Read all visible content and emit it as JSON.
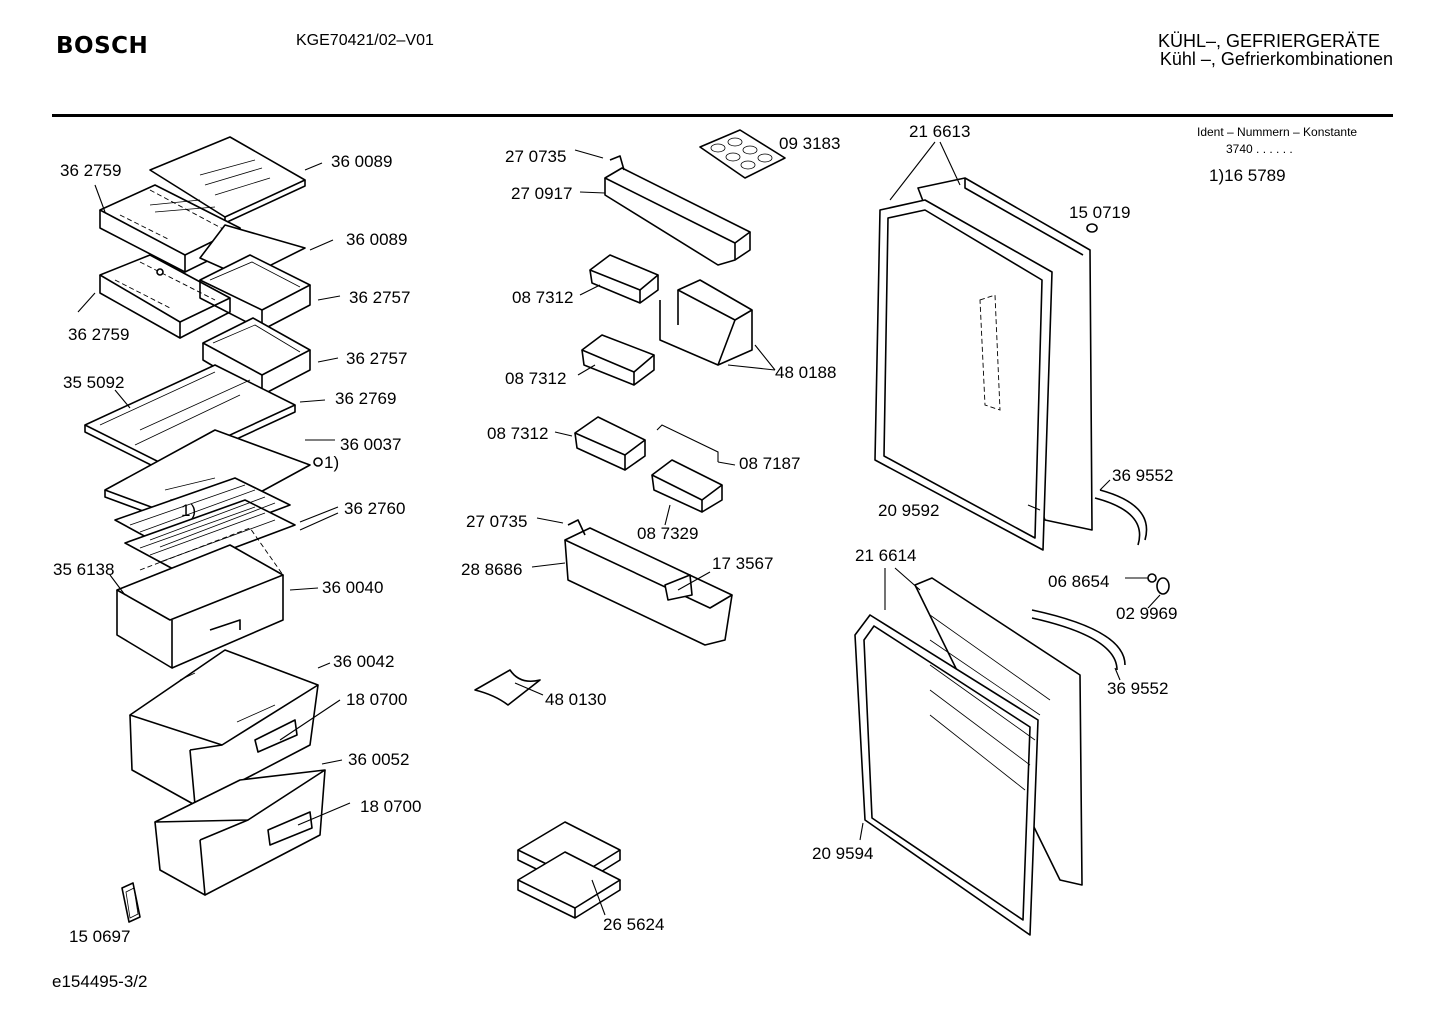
{
  "header": {
    "brand": "BOSCH",
    "model": "KGE70421/02–V01",
    "category_de": "KÜHL–, GEFRIERGERÄTE",
    "category_sub": "Kühl –, Gefrierkombinationen"
  },
  "ident": {
    "title": "Ident – Nummern – Konstante",
    "value": "3740  .  .    .  .  .  .",
    "extra": "1)16 5789"
  },
  "footer": {
    "code": "e154495-3/2"
  },
  "parts": [
    {
      "id": "p-360089-a",
      "label": "36 0089"
    },
    {
      "id": "p-362759-a",
      "label": "36 2759"
    },
    {
      "id": "p-360089-b",
      "label": "36 0089"
    },
    {
      "id": "p-362757-a",
      "label": "36 2757"
    },
    {
      "id": "p-362759-b",
      "label": "36 2759"
    },
    {
      "id": "p-362757-b",
      "label": "36 2757"
    },
    {
      "id": "p-355092",
      "label": "35 5092"
    },
    {
      "id": "p-362769",
      "label": "36 2769"
    },
    {
      "id": "p-360037",
      "label": "36 0037"
    },
    {
      "id": "p-note-1a",
      "label": "1)"
    },
    {
      "id": "p-note-1b",
      "label": "1)"
    },
    {
      "id": "p-362760",
      "label": "36 2760"
    },
    {
      "id": "p-356138",
      "label": "35 6138"
    },
    {
      "id": "p-360040",
      "label": "36 0040"
    },
    {
      "id": "p-360042",
      "label": "36 0042"
    },
    {
      "id": "p-180700-a",
      "label": "18 0700"
    },
    {
      "id": "p-360052",
      "label": "36 0052"
    },
    {
      "id": "p-180700-b",
      "label": "18 0700"
    },
    {
      "id": "p-150697",
      "label": "15 0697"
    },
    {
      "id": "p-270735-a",
      "label": "27 0735"
    },
    {
      "id": "p-093183",
      "label": "09 3183"
    },
    {
      "id": "p-270917",
      "label": "27 0917"
    },
    {
      "id": "p-087312-a",
      "label": "08 7312"
    },
    {
      "id": "p-480188",
      "label": "48 0188"
    },
    {
      "id": "p-087312-b",
      "label": "08 7312"
    },
    {
      "id": "p-087312-c",
      "label": "08 7312"
    },
    {
      "id": "p-087187",
      "label": "08 7187"
    },
    {
      "id": "p-087329",
      "label": "08 7329"
    },
    {
      "id": "p-270735-b",
      "label": "27 0735"
    },
    {
      "id": "p-288686",
      "label": "28 8686"
    },
    {
      "id": "p-173567",
      "label": "17 3567"
    },
    {
      "id": "p-480130",
      "label": "48 0130"
    },
    {
      "id": "p-265624",
      "label": "26 5624"
    },
    {
      "id": "p-216613",
      "label": "21 6613"
    },
    {
      "id": "p-150719",
      "label": "15 0719"
    },
    {
      "id": "p-369552-a",
      "label": "36 9552"
    },
    {
      "id": "p-209592",
      "label": "20 9592"
    },
    {
      "id": "p-216614",
      "label": "21 6614"
    },
    {
      "id": "p-068654",
      "label": "06 8654"
    },
    {
      "id": "p-029969",
      "label": "02 9969"
    },
    {
      "id": "p-369552-b",
      "label": "36 9552"
    },
    {
      "id": "p-209594",
      "label": "20 9594"
    }
  ]
}
